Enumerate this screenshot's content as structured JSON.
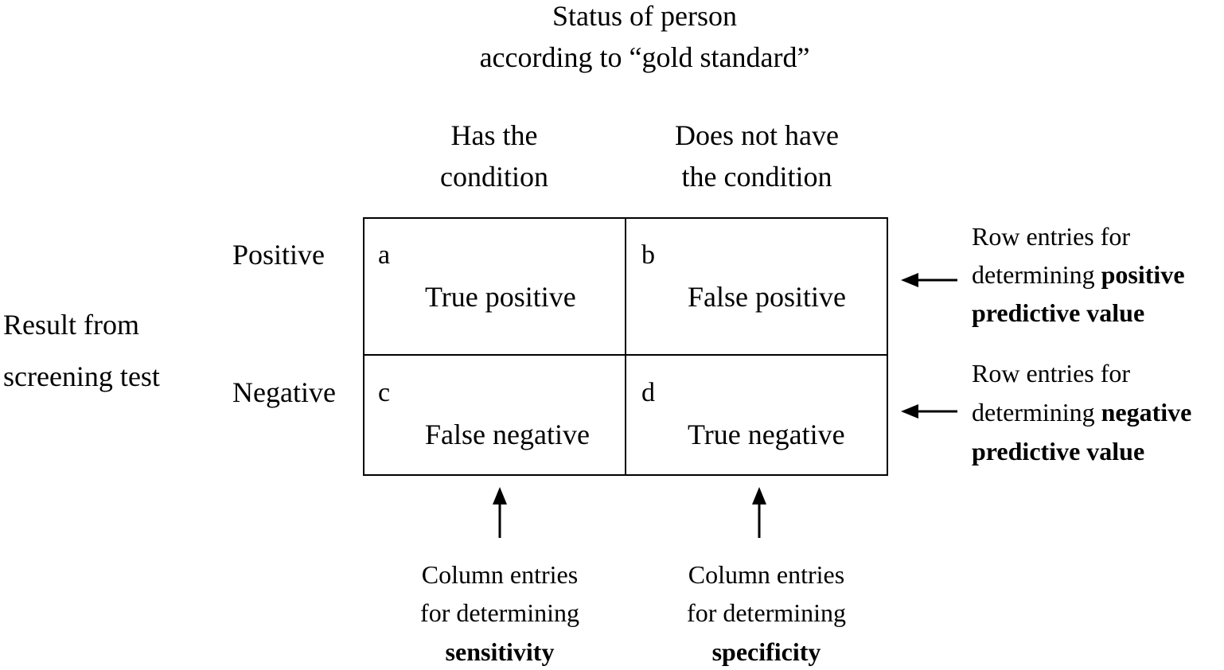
{
  "header": {
    "line1": "Status of person",
    "line2": "according to “gold standard”"
  },
  "columns": [
    {
      "line1": "Has the",
      "line2": "condition"
    },
    {
      "line1": "Does not have",
      "line2": "the condition"
    }
  ],
  "rows": {
    "positive": "Positive",
    "negative": "Negative"
  },
  "side_label": {
    "line1": "Result from",
    "line2": "screening test"
  },
  "cells": {
    "a": {
      "letter": "a",
      "text": "True positive"
    },
    "b": {
      "letter": "b",
      "text": "False positive"
    },
    "c": {
      "letter": "c",
      "text": "False negative"
    },
    "d": {
      "letter": "d",
      "text": "True negative"
    }
  },
  "row_annotations": {
    "ppv": {
      "line1": "Row entries for",
      "line2_plain": "determining ",
      "line2_bold": "positive",
      "line3_bold": "predictive value"
    },
    "npv": {
      "line1": "Row entries for",
      "line2_plain": "determining ",
      "line2_bold": "negative",
      "line3_bold": "predictive value"
    }
  },
  "column_annotations": {
    "sensitivity": {
      "line1": "Column entries",
      "line2": "for determining",
      "line3_bold": "sensitivity"
    },
    "specificity": {
      "line1": "Column entries",
      "line2": "for determining",
      "line3_bold": "specificity"
    }
  }
}
